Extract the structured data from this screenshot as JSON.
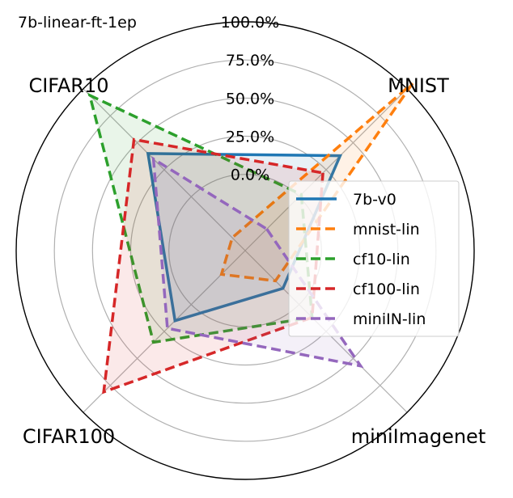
{
  "chart_data": {
    "type": "radar",
    "title": "7b-linear-ft-1ep",
    "axes": [
      "MNIST",
      "miniImagenet",
      "CIFAR100",
      "CIFAR10"
    ],
    "rlim": [
      -50,
      100
    ],
    "rticks": [
      0,
      25,
      50,
      75,
      100
    ],
    "rtick_labels": [
      "0.0%",
      "25.0%",
      "50.0%",
      "75.0%",
      "100.0%"
    ],
    "grid": true,
    "legend_position": "center-right",
    "series": [
      {
        "name": "7b-v0",
        "values": [
          38,
          -15,
          15,
          40
        ],
        "color": "#1f77b4",
        "style": "solid"
      },
      {
        "name": "mnist-lin",
        "values": [
          105,
          -22,
          -28,
          -38
        ],
        "color": "#ff7f0e",
        "style": "dashed"
      },
      {
        "name": "cf10-lin",
        "values": [
          2,
          12,
          35,
          94
        ],
        "color": "#2ca02c",
        "style": "dashed"
      },
      {
        "name": "cf100-lin",
        "values": [
          22,
          12,
          81,
          53
        ],
        "color": "#d62728",
        "style": "dashed"
      },
      {
        "name": "miniIN-lin",
        "values": [
          -30,
          57,
          22,
          35
        ],
        "color": "#9467bd",
        "style": "dashed"
      }
    ]
  }
}
